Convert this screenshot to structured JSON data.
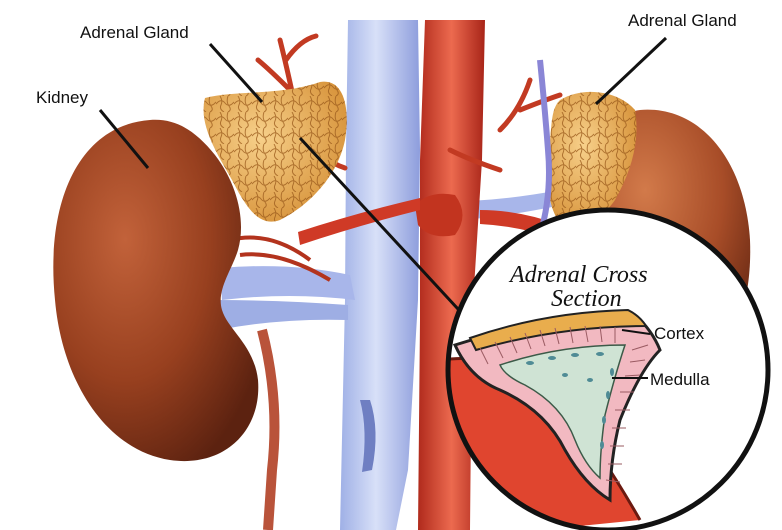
{
  "labels": {
    "adrenal_gland_left": "Adrenal Gland",
    "adrenal_gland_right": "Adrenal Gland",
    "kidney": "Kidney",
    "cross_section_title_line1": "Adrenal Cross",
    "cross_section_title_line2": "Section",
    "cortex": "Cortex",
    "medulla": "Medulla"
  },
  "colors": {
    "kidney": "#8e3a1f",
    "adrenal": "#e9b05a",
    "vena_cava": "#b9c6ee",
    "aorta": "#d9412e",
    "cortex": "#e9ad4d",
    "medulla": "#cfe3d4",
    "cortex_stripes": "#f2b9c1"
  }
}
